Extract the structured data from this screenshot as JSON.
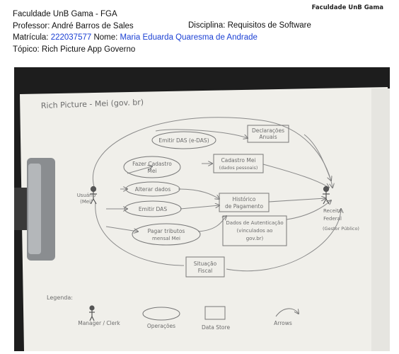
{
  "document": {
    "institution_top_right": "Faculdade UnB Gama",
    "line1": "Faculdade UnB Gama - FGA",
    "professor_label": "Professor:",
    "professor_name": "André Barros de Sales",
    "disciplina_label": "Disciplina:",
    "disciplina_name": "Requisitos de Software",
    "matricula_label": "Matrícula:",
    "matricula_value": "222037577",
    "nome_label": "Nome:",
    "nome_value": "Maria Eduarda Quaresma de Andrade",
    "topico_label": "Tópico:",
    "topico_value": "Rich Picture App Governo"
  },
  "photo": {
    "title": "Rich Picture - Mei (gov. br)",
    "actors": {
      "usuario": [
        "Usuário",
        "(Mei)"
      ],
      "receita": [
        "Receita",
        "Federal",
        "(Gestor Público)"
      ]
    },
    "operations": [
      [
        "Emitir DAS (e-DAS)"
      ],
      [
        "Fazer Cadastro",
        "Mei"
      ],
      [
        "Alterar dados"
      ],
      [
        "Emitir DAS"
      ],
      [
        "Pagar tributos",
        "mensal Mei"
      ]
    ],
    "data_stores": [
      [
        "Declarações",
        "Anuais"
      ],
      [
        "Cadastro Mei",
        "(dados pessoais)"
      ],
      [
        "Histórico",
        "de Pagamento"
      ],
      [
        "Dados de Autenticação",
        "(vinculados ao",
        "gov.br)"
      ],
      [
        "Situação",
        "Fiscal"
      ]
    ],
    "legend": {
      "title": "Legenda:",
      "items": [
        "Manager / Clerk",
        "Operações",
        "Data Store",
        "Arrows"
      ]
    }
  }
}
